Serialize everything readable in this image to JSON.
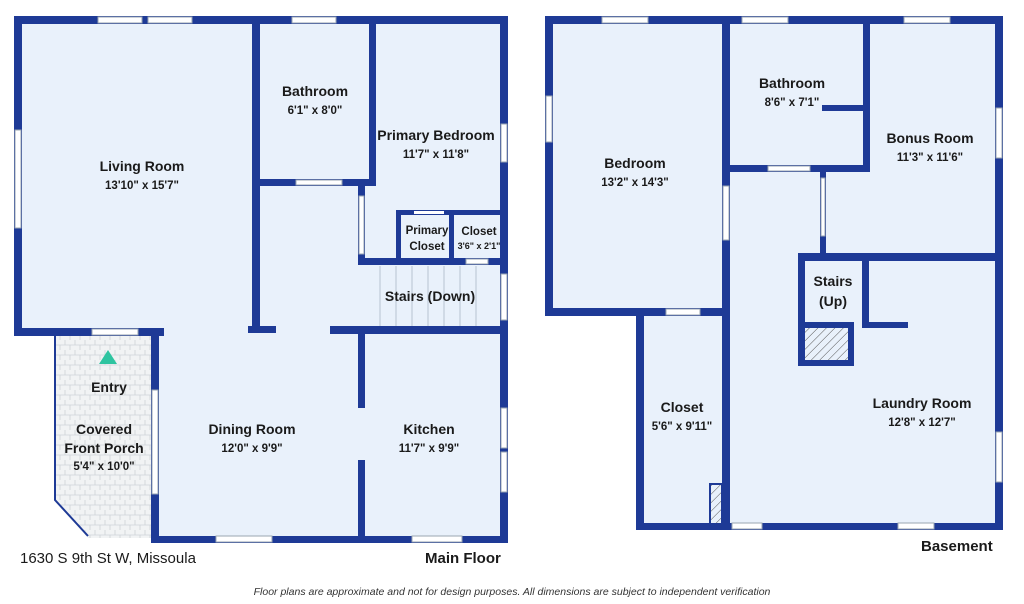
{
  "main_floor": {
    "label": "Main Floor",
    "address": "1630 S 9th St W, Missoula",
    "rooms": {
      "living_room": {
        "name": "Living Room",
        "dims": "13'10\" x 15'7\""
      },
      "bathroom": {
        "name": "Bathroom",
        "dims": "6'1\" x 8'0\""
      },
      "primary_bedroom": {
        "name": "Primary Bedroom",
        "dims": "11'7\" x 11'8\""
      },
      "primary_closet": {
        "name_line1": "Primary",
        "name_line2": "Closet"
      },
      "closet": {
        "name": "Closet",
        "dims": "3'6\" x 2'1\""
      },
      "stairs": {
        "name": "Stairs (Down)"
      },
      "entry": {
        "name": "Entry"
      },
      "porch": {
        "name_line1": "Covered",
        "name_line2": "Front Porch",
        "dims": "5'4\" x 10'0\""
      },
      "dining_room": {
        "name": "Dining Room",
        "dims": "12'0\" x 9'9\""
      },
      "kitchen": {
        "name": "Kitchen",
        "dims": "11'7\" x 9'9\""
      }
    }
  },
  "basement": {
    "label": "Basement",
    "rooms": {
      "bedroom": {
        "name": "Bedroom",
        "dims": "13'2\" x 14'3\""
      },
      "bathroom": {
        "name": "Bathroom",
        "dims": "8'6\" x 7'1\""
      },
      "bonus_room": {
        "name": "Bonus Room",
        "dims": "11'3\" x 11'6\""
      },
      "stairs": {
        "name_line1": "Stairs",
        "name_line2": "(Up)"
      },
      "closet": {
        "name": "Closet",
        "dims": "5'6\" x 9'11\""
      },
      "laundry_room": {
        "name": "Laundry Room",
        "dims": "12'8\" x 12'7\""
      }
    }
  },
  "disclaimer": "Floor plans are approximate and not for design purposes. All dimensions are subject to independent verification",
  "colors": {
    "wall": "#1e3a96",
    "floor": "#e9f1fb",
    "entry_marker": "#2ec4a0"
  }
}
